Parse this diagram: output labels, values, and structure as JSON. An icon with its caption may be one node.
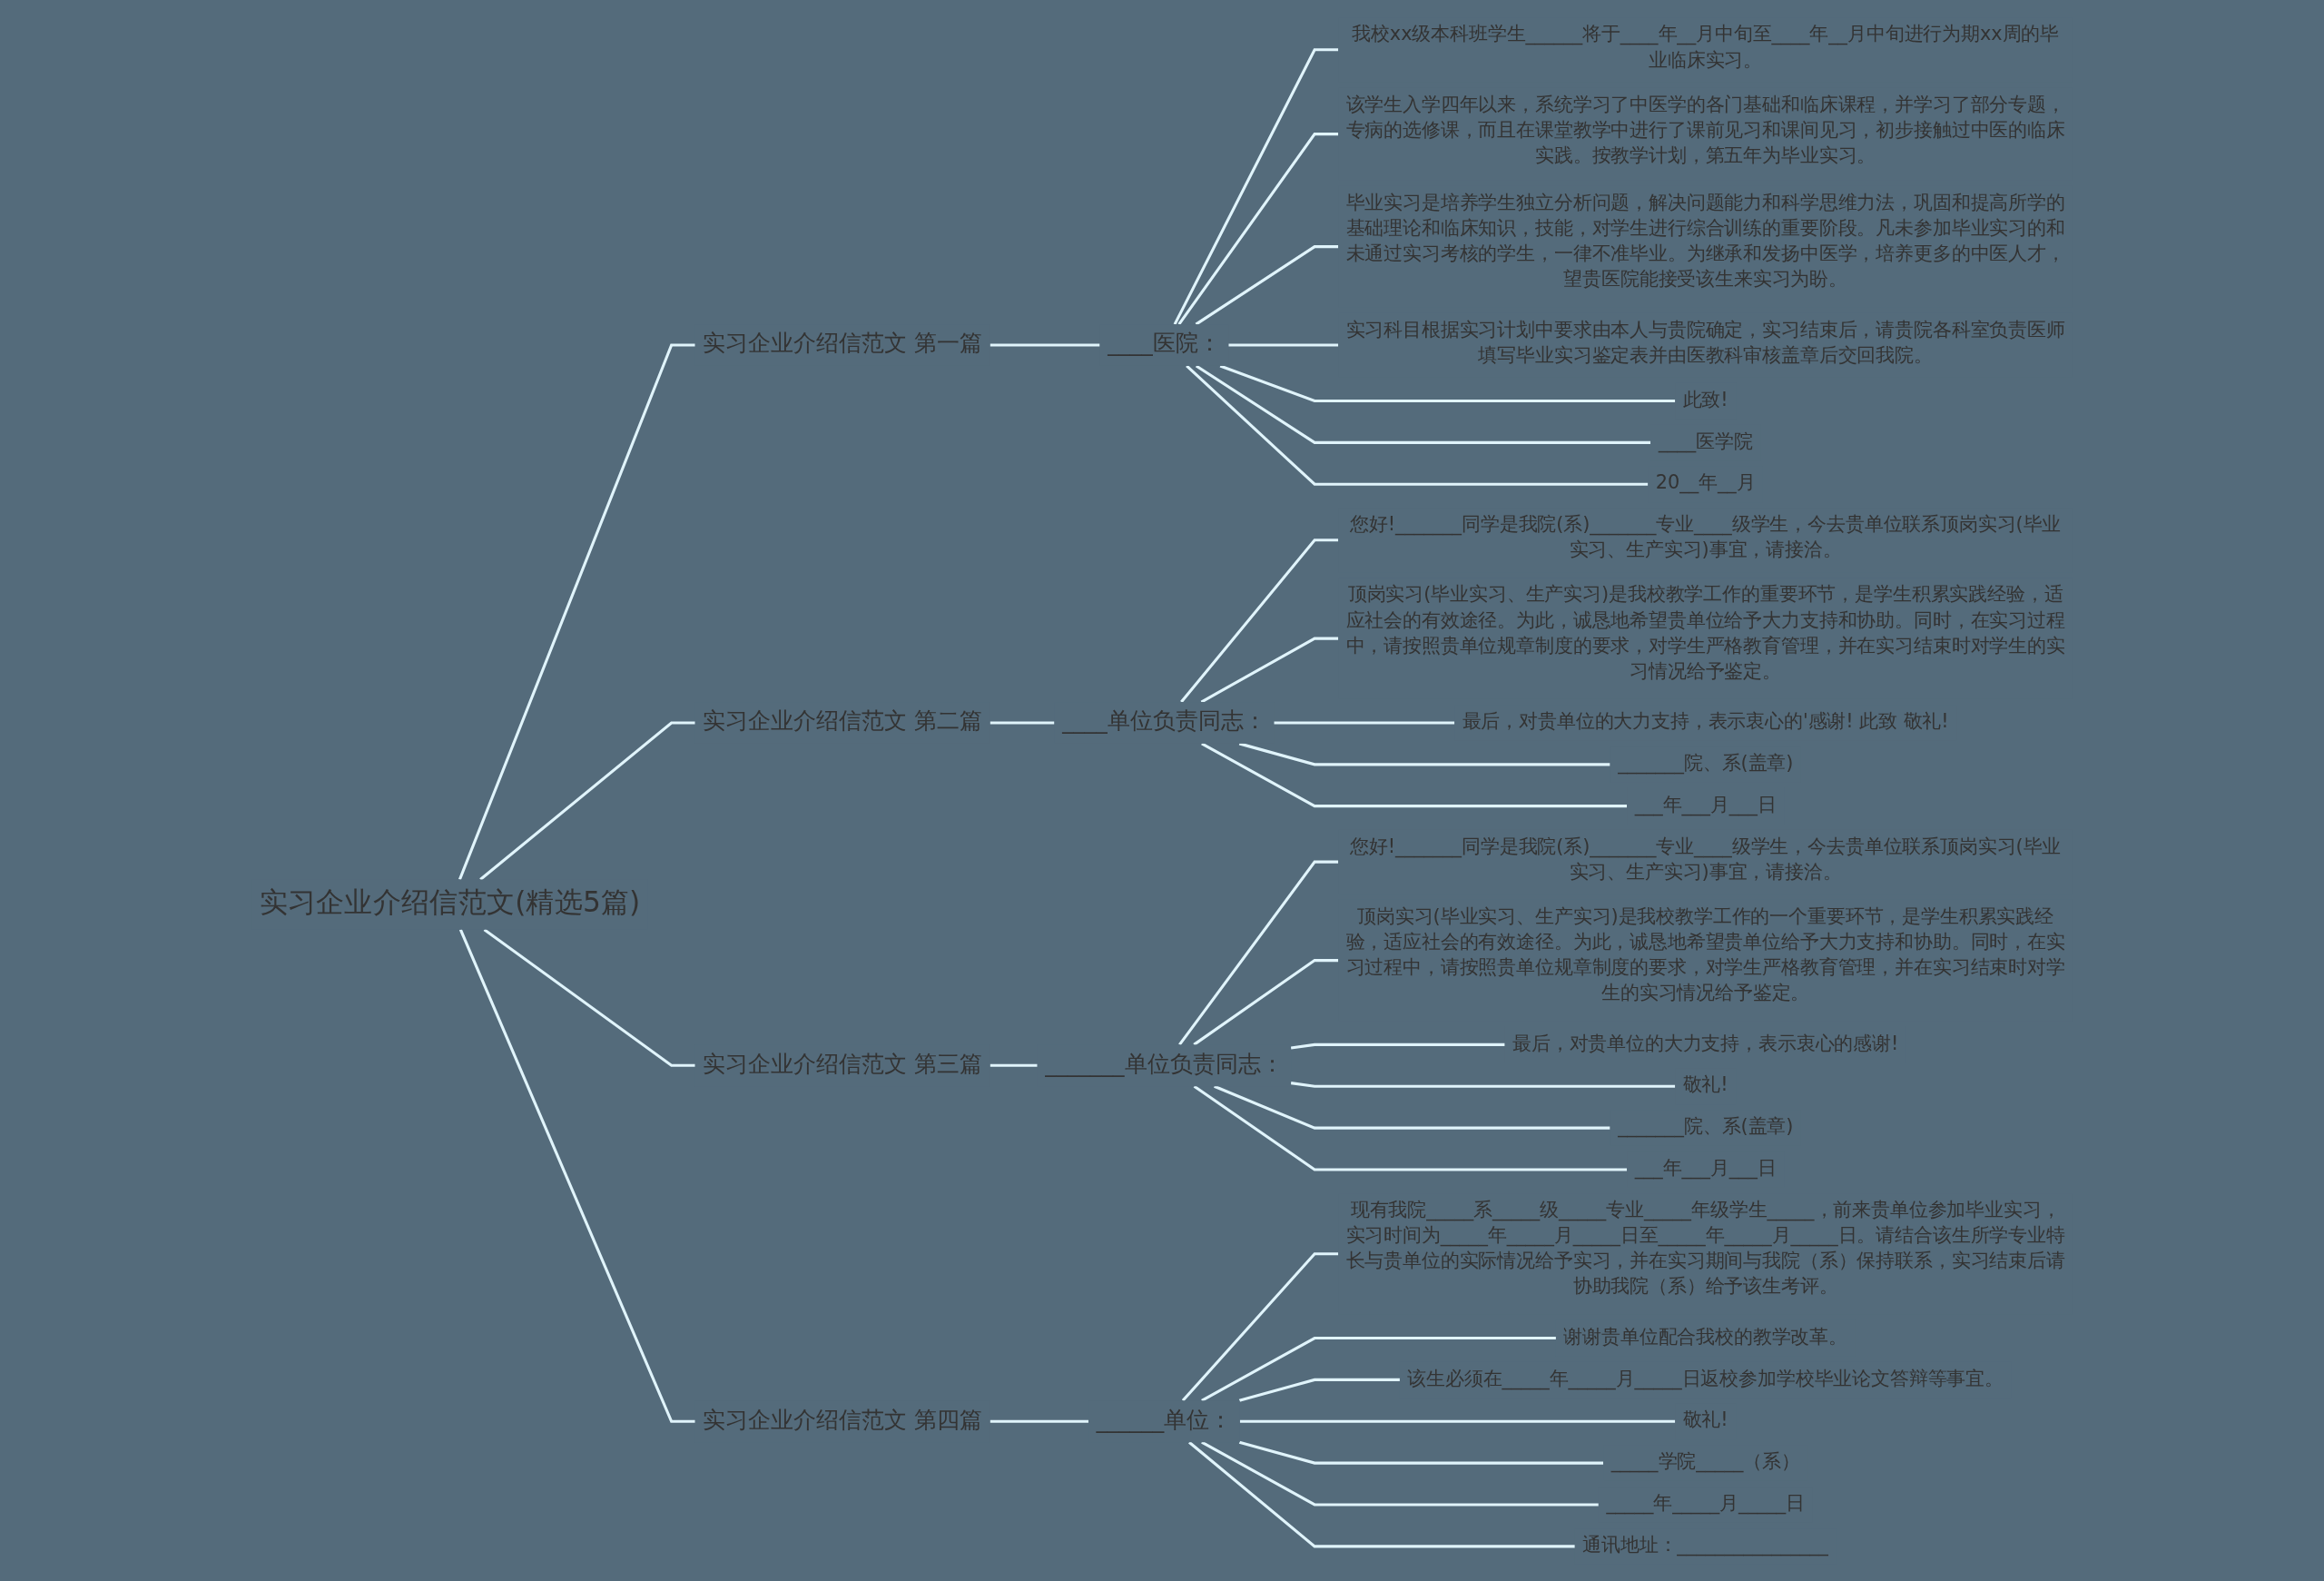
{
  "diagram": {
    "nodes": [
      {
        "text": [
          "实习企业介绍信范文(精选5篇)"
        ]
      },
      {
        "text": [
          "实习企业介绍信范文 第一篇"
        ]
      },
      {
        "text": [
          "____医院："
        ]
      },
      {
        "text": [
          "我校xx级本科班学生______将于____年__月中旬至____年__月中旬进行为期xx周的毕业临床实习。"
        ]
      },
      {
        "text": [
          "该学生入学四年以来，系统学习了中医学的各门基础和临床课程，并学习了部分专题，专病的选修课，而且在课堂教学中进行了课前见习和课间见习，初步接触过中医的临床实践。按教学计划，第五年为毕业实习。"
        ]
      },
      {
        "text": [
          "毕业实习是培养学生独立分析问题，解决问题能力和科学思维力法，巩固和提高所学的基础理论和临床知识，技能，对学生进行综合训练的重要阶段。凡未参加毕业实习的和未通过实习考核的学生，一律不准毕业。为继承和发扬中医学，培养更多的中医人才，望贵医院能接受该生来实习为盼。"
        ]
      },
      {
        "text": [
          "实习科目根据实习计划中要求由本人与贵院确定，实习结束后，请贵院各科室负责医师填写毕业实习鉴定表并由医教科审核盖章后交回我院。"
        ]
      },
      {
        "text": [
          "此致!"
        ]
      },
      {
        "text": [
          "____医学院"
        ]
      },
      {
        "text": [
          "20__年__月"
        ]
      },
      {
        "text": [
          "实习企业介绍信范文 第二篇"
        ]
      },
      {
        "text": [
          "____单位负责同志："
        ]
      },
      {
        "text": [
          "您好!_______同学是我院(系)_______专业____级学生，今去贵单位联系顶岗实习(毕业实习、生产实习)事宜，请接洽。"
        ]
      },
      {
        "text": [
          "顶岗实习(毕业实习、生产实习)是我校教学工作的重要环节，是学生积累实践经验，适应社会的有效途径。为此，诚恳地希望贵单位给予大力支持和协助。同时，在实习过程中，请按照贵单位规章制度的要求，对学生严格教育管理，并在实习结束时对学生的实习情况给予鉴定。"
        ]
      },
      {
        "text": [
          "最后，对贵单位的大力支持，表示衷心的'感谢! 此致 敬礼!"
        ]
      },
      {
        "text": [
          "_______院、系(盖章)"
        ]
      },
      {
        "text": [
          "___年___月___日"
        ]
      },
      {
        "text": [
          "实习企业介绍信范文 第三篇"
        ]
      },
      {
        "text": [
          "_______单位负责同志："
        ]
      },
      {
        "text": [
          "您好!_______同学是我院(系)_______专业____级学生，今去贵单位联系顶岗实习(毕业实习、生产实习)事宜，请接洽。"
        ]
      },
      {
        "text": [
          "顶岗实习(毕业实习、生产实习)是我校教学工作的一个重要环节，是学生积累实践经验，适应社会的有效途径。为此，诚恳地希望贵单位给予大力支持和协助。同时，在实习过程中，请按照贵单位规章制度的要求，对学生严格教育管理，并在实习结束时对学生的实习情况给予鉴定。"
        ]
      },
      {
        "text": [
          "最后，对贵单位的大力支持，表示衷心的感谢!"
        ]
      },
      {
        "text": [
          "敬礼!"
        ]
      },
      {
        "text": [
          "_______院、系(盖章)"
        ]
      },
      {
        "text": [
          "___年___月___日"
        ]
      },
      {
        "text": [
          "实习企业介绍信范文 第四篇"
        ]
      },
      {
        "text": [
          "______单位："
        ]
      },
      {
        "text": [
          "现有我院_____系_____级_____专业_____年级学生_____，前来贵单位参加毕业实习，实习时间为_____年_____月_____日至_____年_____月_____日。请结合该生所学专业特长与贵单位的实际情况给予实习，并在实习期间与我院（系）保持联系，实习结束后请协助我院（系）给予该生考评。"
        ]
      },
      {
        "text": [
          "谢谢贵单位配合我校的教学改革。"
        ]
      },
      {
        "text": [
          "该生必须在_____年_____月_____日返校参加学校毕业论文答辩等事宜。"
        ]
      },
      {
        "text": [
          "敬礼!"
        ]
      },
      {
        "text": [
          "_____学院_____（系）"
        ]
      },
      {
        "text": [
          "_____年_____月_____日"
        ]
      },
      {
        "text": [
          "通讯地址：________________"
        ]
      }
    ],
    "edges": [
      {
        "from": 0,
        "to": 1,
        "arrow": "none"
      },
      {
        "from": 1,
        "to": 2,
        "arrow": "none"
      },
      {
        "from": 2,
        "to": 3,
        "arrow": "none"
      },
      {
        "from": 2,
        "to": 4,
        "arrow": "none"
      },
      {
        "from": 2,
        "to": 5,
        "arrow": "none"
      },
      {
        "from": 2,
        "to": 6,
        "arrow": "none"
      },
      {
        "from": 2,
        "to": 7,
        "arrow": "none"
      },
      {
        "from": 2,
        "to": 8,
        "arrow": "none"
      },
      {
        "from": 2,
        "to": 9,
        "arrow": "none"
      },
      {
        "from": 0,
        "to": 10,
        "arrow": "none"
      },
      {
        "from": 10,
        "to": 11,
        "arrow": "none"
      },
      {
        "from": 11,
        "to": 12,
        "arrow": "none"
      },
      {
        "from": 11,
        "to": 13,
        "arrow": "none"
      },
      {
        "from": 11,
        "to": 14,
        "arrow": "none"
      },
      {
        "from": 11,
        "to": 15,
        "arrow": "none"
      },
      {
        "from": 11,
        "to": 16,
        "arrow": "none"
      },
      {
        "from": 0,
        "to": 17,
        "arrow": "none"
      },
      {
        "from": 17,
        "to": 18,
        "arrow": "none"
      },
      {
        "from": 18,
        "to": 19,
        "arrow": "none"
      },
      {
        "from": 18,
        "to": 20,
        "arrow": "none"
      },
      {
        "from": 18,
        "to": 21,
        "arrow": "none"
      },
      {
        "from": 18,
        "to": 22,
        "arrow": "none"
      },
      {
        "from": 18,
        "to": 23,
        "arrow": "none"
      },
      {
        "from": 18,
        "to": 24,
        "arrow": "none"
      },
      {
        "from": 0,
        "to": 25,
        "arrow": "none"
      },
      {
        "from": 25,
        "to": 26,
        "arrow": "none"
      },
      {
        "from": 26,
        "to": 27,
        "arrow": "none"
      },
      {
        "from": 26,
        "to": 28,
        "arrow": "none"
      },
      {
        "from": 26,
        "to": 29,
        "arrow": "none"
      },
      {
        "from": 26,
        "to": 30,
        "arrow": "none"
      },
      {
        "from": 26,
        "to": 31,
        "arrow": "none"
      },
      {
        "from": 26,
        "to": 32,
        "arrow": "none"
      },
      {
        "from": 26,
        "to": 33,
        "arrow": "none"
      }
    ]
  }
}
